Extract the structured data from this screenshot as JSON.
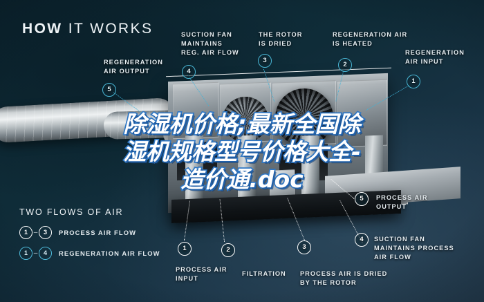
{
  "header": {
    "title_bold": "HOW",
    "title_light": "IT WORKS"
  },
  "callouts": [
    {
      "id": "regeneration-air-output",
      "label": "REGENERATION\nAIR OUTPUT",
      "marker": "5",
      "style": "cyan"
    },
    {
      "id": "suction-fan-reg",
      "label": "SUCTION FAN\nMAINTAINS\nREG. AIR FLOW",
      "marker": "4",
      "style": "cyan"
    },
    {
      "id": "the-rotor-is-dried",
      "label": "THE ROTOR\nIS DRIED",
      "marker": "3",
      "style": "cyan"
    },
    {
      "id": "regeneration-air-heated",
      "label": "REGENERATION AIR\nIS HEATED",
      "marker": "2",
      "style": "cyan"
    },
    {
      "id": "regeneration-air-input",
      "label": "REGENERATION\nAIR INPUT",
      "marker": "1",
      "style": "cyan"
    },
    {
      "id": "process-air-output",
      "label": "PROCESS AIR\nOUTPUT",
      "marker": "5",
      "style": "white"
    },
    {
      "id": "suction-fan-process",
      "label": "SUCTION FAN\nMAINTAINS PROCESS\nAIR FLOW",
      "marker": "4",
      "style": "white"
    },
    {
      "id": "process-air-dried",
      "label": "PROCESS AIR IS DRIED\nBY THE ROTOR",
      "marker": "3",
      "style": "white"
    },
    {
      "id": "filtration",
      "label": "FILTRATION",
      "marker": "2",
      "style": "white"
    },
    {
      "id": "process-air-input",
      "label": "PROCESS AIR\nINPUT",
      "marker": "1",
      "style": "white"
    }
  ],
  "legend": {
    "title": "TWO FLOWS OF AIR",
    "rows": [
      {
        "from": "1",
        "dash": "–",
        "to": "3",
        "label": "PROCESS AIR FLOW",
        "style": "white"
      },
      {
        "from": "1",
        "dash": "–",
        "to": "4",
        "label": "REGENERATION AIR FLOW",
        "style": "cyan"
      }
    ]
  },
  "watermark": {
    "line1": "除湿机价格;最新全国除",
    "line2": "湿机规格型号价格大全-",
    "line3": "造价通.doc"
  },
  "colors": {
    "background": "#0d2631",
    "accent_cyan": "#3fb3d8",
    "text": "#e6edf1",
    "watermark_stroke": "#2f77c4"
  }
}
